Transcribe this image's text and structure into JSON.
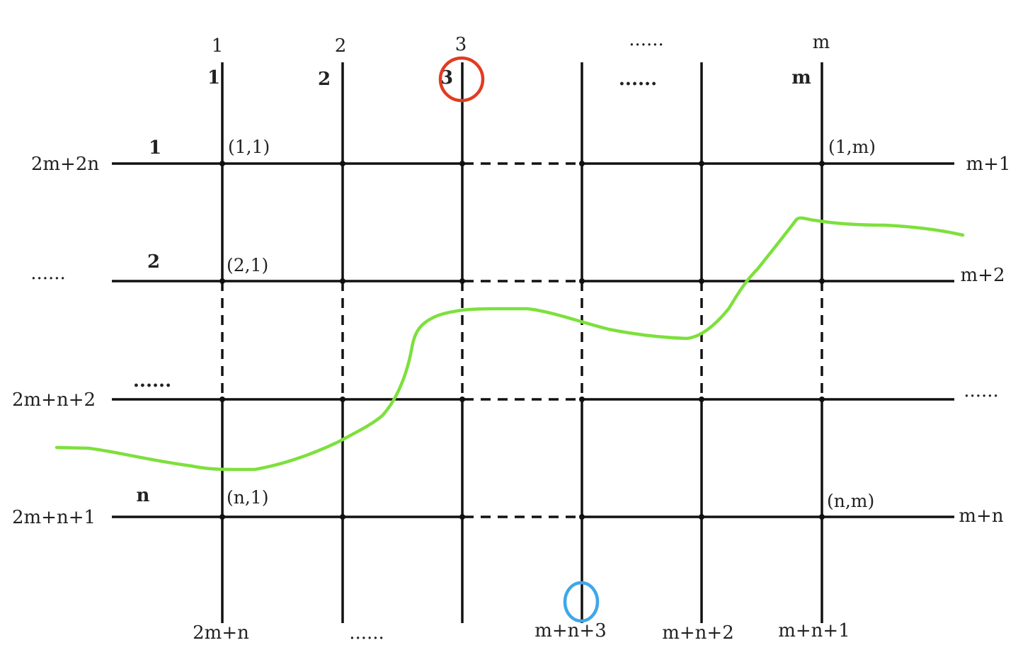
{
  "diagram": {
    "top_column_labels": [
      "1",
      "2",
      "3",
      "......",
      "m"
    ],
    "inner_column_labels": [
      "1",
      "2",
      "3",
      "......",
      "m"
    ],
    "left_edge_labels": [
      "2m+2n",
      "......",
      "2m+n+2",
      "2m+n+1"
    ],
    "inner_row_labels": [
      "1",
      "2",
      "......",
      "n"
    ],
    "right_edge_labels": [
      "m+1",
      "m+2",
      "......",
      "m+n"
    ],
    "bottom_labels": [
      "2m+n",
      "......",
      "m+n+3",
      "m+n+2",
      "m+n+1"
    ],
    "cell_labels": [
      "(1,1)",
      "(1,m)",
      "(2,1)",
      "(n,1)",
      "(n,m)"
    ],
    "colors": {
      "grid": "#111111",
      "curve": "#7de03c",
      "red_marker": "#e23b22",
      "blue_marker": "#3fa7ea"
    }
  }
}
